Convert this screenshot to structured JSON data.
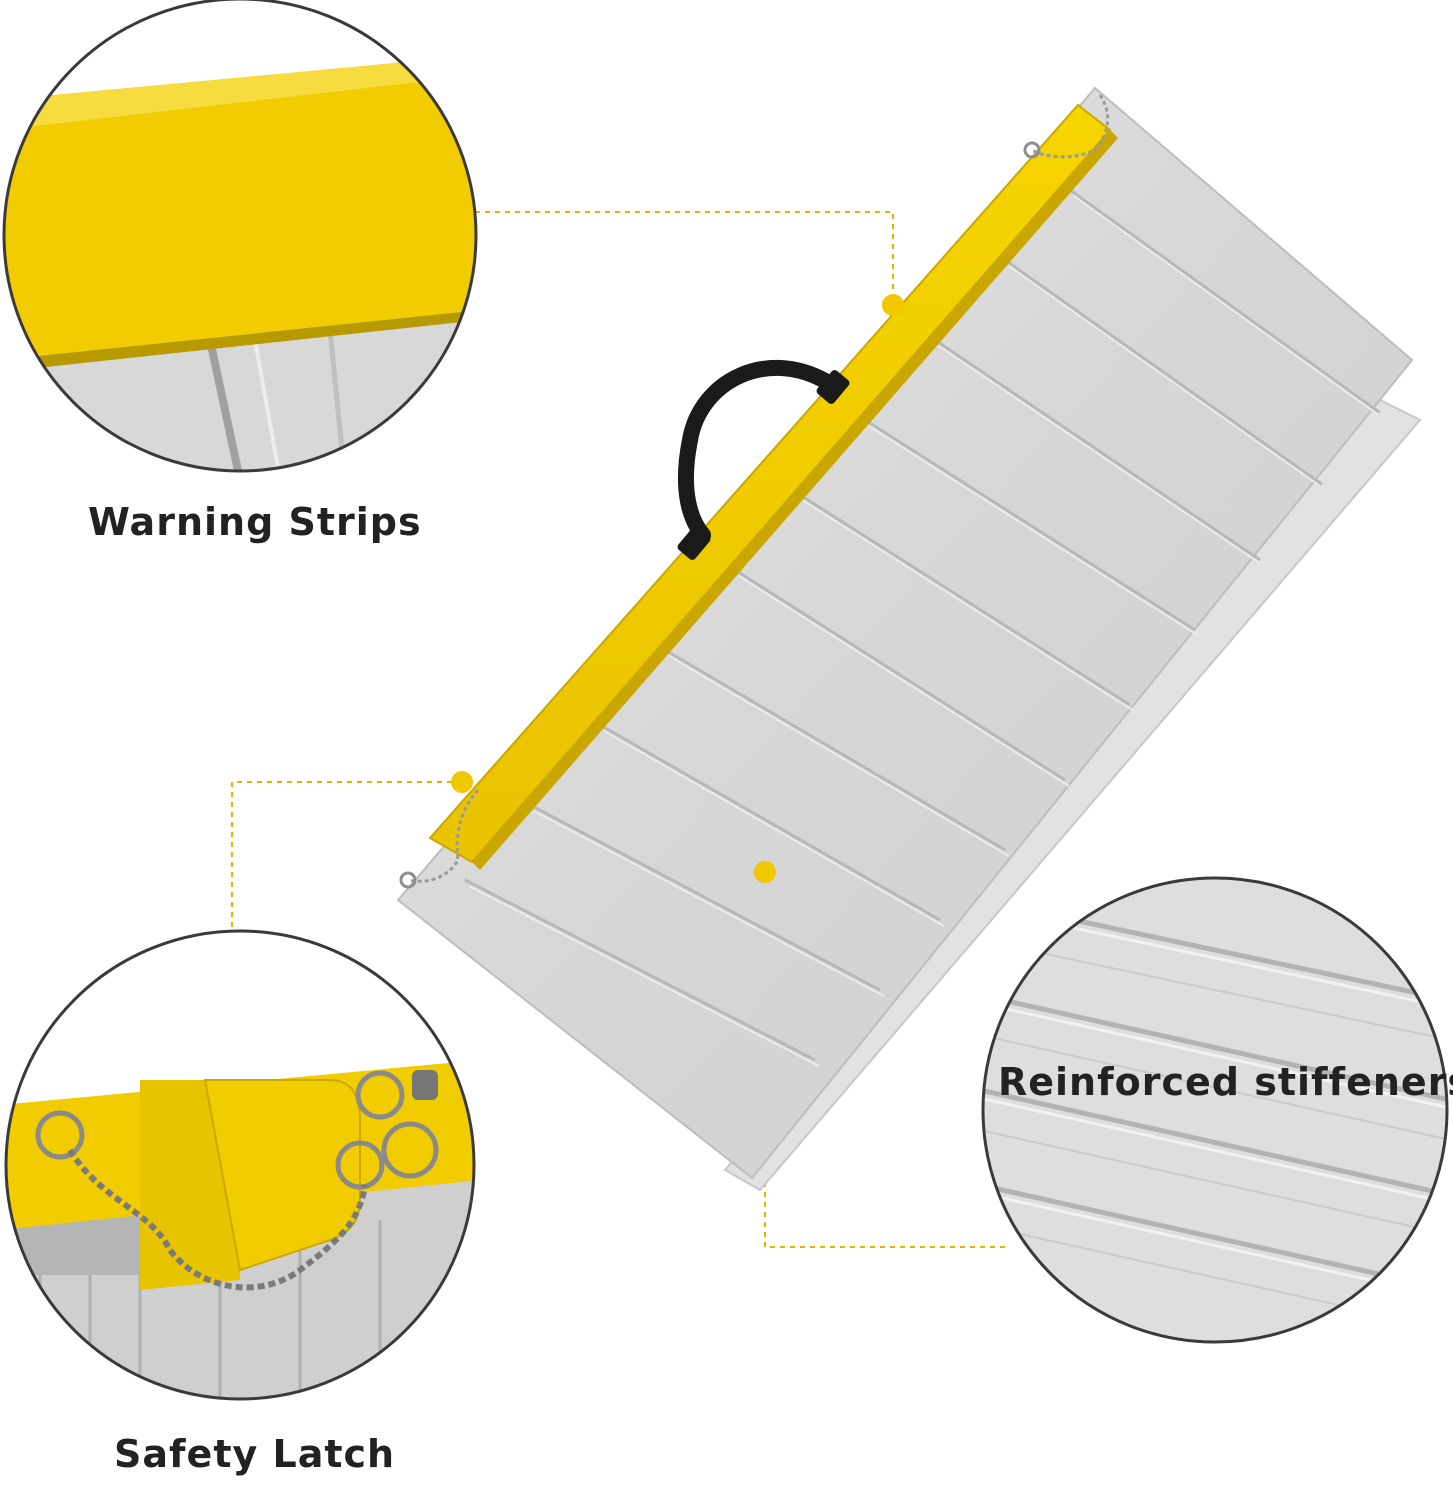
{
  "captions": {
    "warning_strips": "Warning Strips",
    "safety_latch": "Safety Latch",
    "reinforced_stiffeners": "Reinforced stiffeners"
  },
  "colors": {
    "accent_yellow": "#F1CC00",
    "callout_dot": "#F0C800",
    "callout_line": "#E5B400",
    "aluminum": "#D7D7D7",
    "caption_text": "#222222"
  }
}
